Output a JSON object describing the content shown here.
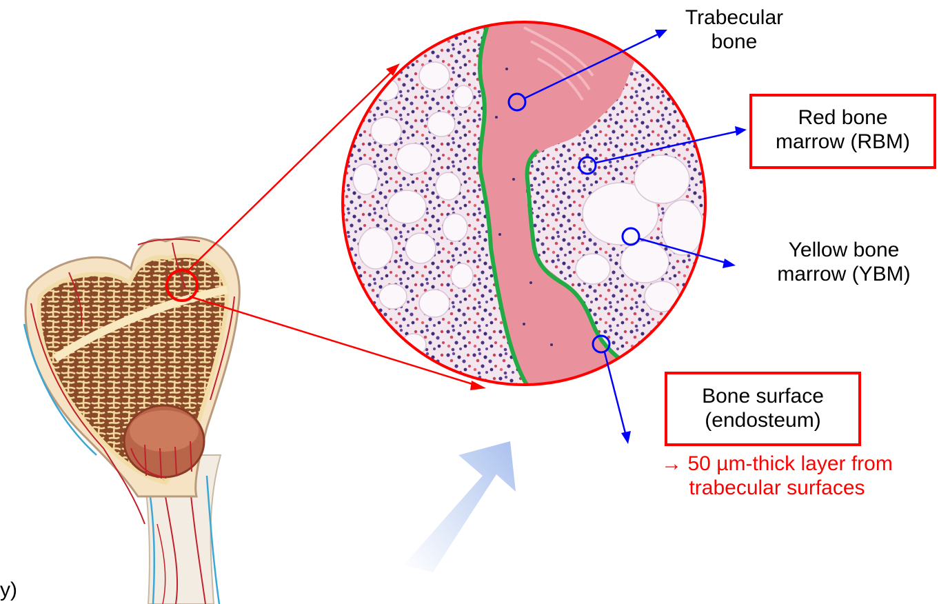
{
  "labels": {
    "trabecular_line1": "Trabecular",
    "trabecular_line2": "bone",
    "rbm_line1": "Red bone",
    "rbm_line2": "marrow (RBM)",
    "ybm_line1": "Yellow bone",
    "ybm_line2": "marrow (YBM)",
    "surface_line1": "Bone surface",
    "surface_line2": "(endosteum)",
    "layer_line1": "→ 50 µm-thick layer from",
    "layer_line2": "trabecular surfaces",
    "cutoff_text": "y)"
  },
  "colors": {
    "zoom_outline": "#ff0000",
    "pointer": "#0000ff",
    "bone_surface": "#22aa44",
    "trabecula": "#e9919c",
    "highlight_text": "#ff0000",
    "flow_arrow": "#a9c0ee"
  },
  "icons": {
    "bone": "femur-cross-section-illustration",
    "zoom": "histology-micrograph-circle",
    "flow": "diagonal-gradient-arrow"
  }
}
